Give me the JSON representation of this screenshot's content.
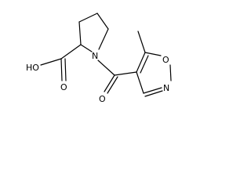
{
  "molecule": {
    "atoms": {
      "oh": "HO",
      "n_ring": "N",
      "o_acid": "O",
      "o_ketone": "O",
      "o_isoxazole": "O",
      "n_isoxazole": "N"
    }
  }
}
